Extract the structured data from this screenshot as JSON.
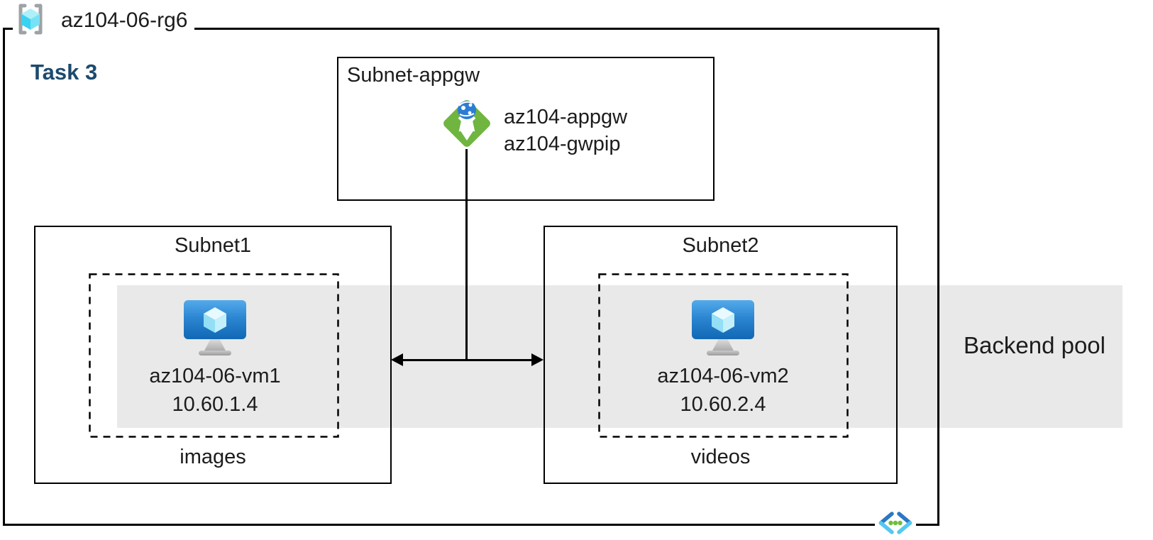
{
  "resource_group": {
    "name": "az104-06-rg6",
    "icon": "resource-group-icon"
  },
  "task": {
    "label": "Task 3"
  },
  "appgw_subnet": {
    "title": "Subnet-appgw",
    "gateway": {
      "icon": "application-gateway-icon",
      "name": "az104-appgw",
      "public_ip": "az104-gwpip"
    }
  },
  "subnet1": {
    "title": "Subnet1",
    "vm": {
      "icon": "virtual-machine-icon",
      "name": "az104-06-vm1",
      "ip": "10.60.1.4"
    },
    "container_label": "images"
  },
  "subnet2": {
    "title": "Subnet2",
    "vm": {
      "icon": "virtual-machine-icon",
      "name": "az104-06-vm2",
      "ip": "10.60.2.4"
    },
    "container_label": "videos"
  },
  "backend_pool": {
    "label": "Backend pool"
  },
  "icons": {
    "bottom_right": "virtual-network-icon"
  },
  "colors": {
    "accent_navy": "#1C4A6E",
    "appgw_green": "#6FB53F",
    "globe_blue": "#2C7CD4",
    "vm_blue_top": "#54ABEA",
    "vm_blue_bottom": "#1168B4",
    "backend_band_gray": "#E9E9E9",
    "rg_bracket_gray": "#9DA2A6",
    "cube_cyan": "#39D2F0",
    "vnet_dark_blue": "#2A78C5",
    "vnet_light_cyan": "#54C8F0",
    "vnet_dot_green": "#6CBE3F",
    "line_black": "#000000"
  }
}
